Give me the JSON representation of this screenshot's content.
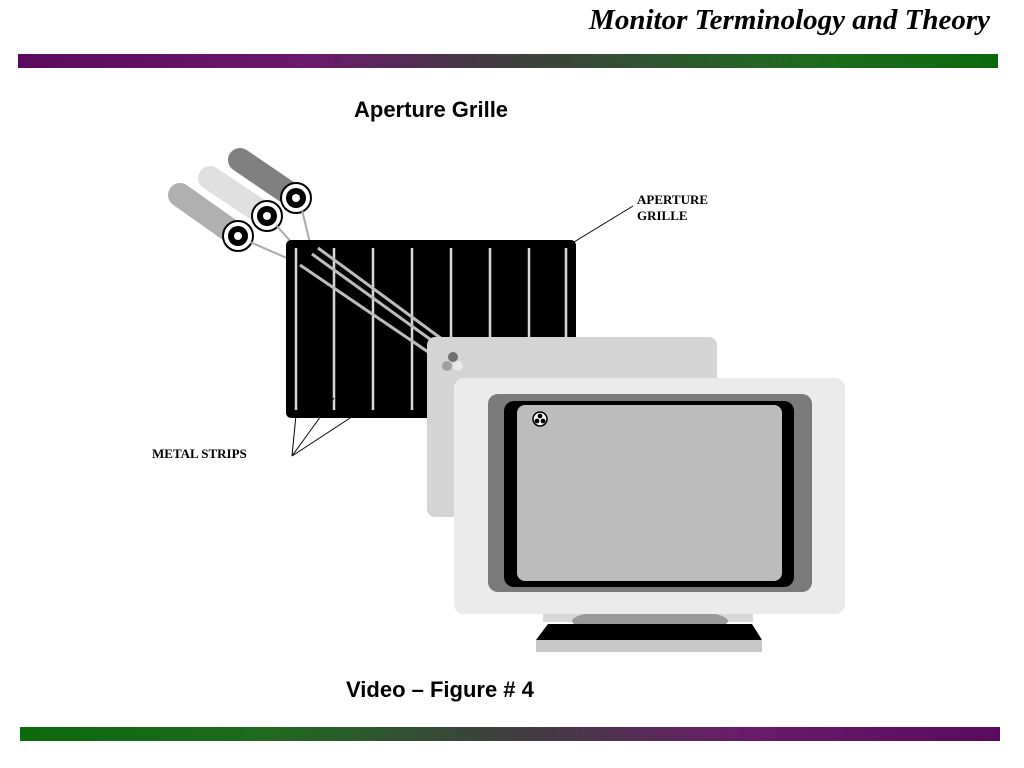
{
  "header": {
    "title": "Monitor Terminology and Theory"
  },
  "figure": {
    "heading": "Aperture Grille",
    "labels": {
      "aperture_line1": "APERTURE",
      "aperture_line2": "GRILLE",
      "metal_strips": "METAL STRIPS"
    }
  },
  "caption": "Video – Figure # 4",
  "colors": {
    "bar_purple": "#5b0b5e",
    "bar_green": "#0b6a0b"
  }
}
